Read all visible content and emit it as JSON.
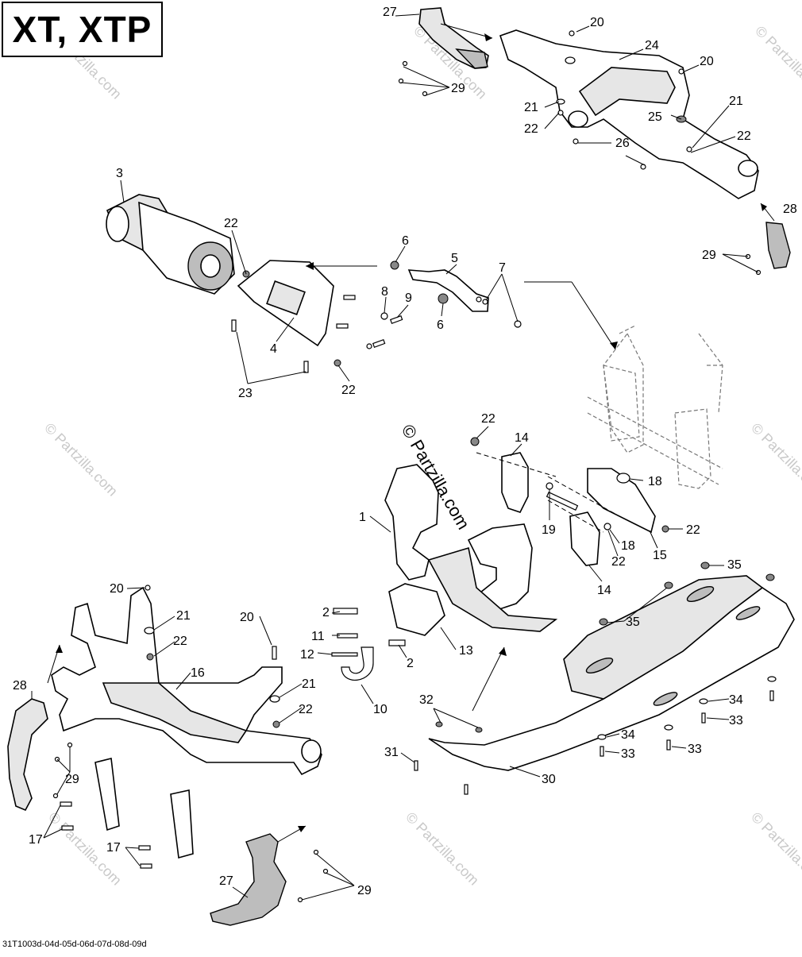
{
  "title": "XT, XTP",
  "footer_code": "31T1003d-04d-05d-06d-07d-08d-09d",
  "watermark": "© Partzilla.com",
  "callouts": [
    {
      "id": "c27a",
      "label": "27"
    },
    {
      "id": "c20a",
      "label": "20"
    },
    {
      "id": "c24",
      "label": "24"
    },
    {
      "id": "c20b",
      "label": "20"
    },
    {
      "id": "c29a",
      "label": "29"
    },
    {
      "id": "c21a",
      "label": "21"
    },
    {
      "id": "c22a",
      "label": "22"
    },
    {
      "id": "c25",
      "label": "25"
    },
    {
      "id": "c21b",
      "label": "21"
    },
    {
      "id": "c22b",
      "label": "22"
    },
    {
      "id": "c26",
      "label": "26"
    },
    {
      "id": "c3",
      "label": "3"
    },
    {
      "id": "c28a",
      "label": "28"
    },
    {
      "id": "c22c",
      "label": "22"
    },
    {
      "id": "c6a",
      "label": "6"
    },
    {
      "id": "c5",
      "label": "5"
    },
    {
      "id": "c29b",
      "label": "29"
    },
    {
      "id": "c7",
      "label": "7"
    },
    {
      "id": "c8",
      "label": "8"
    },
    {
      "id": "c9",
      "label": "9"
    },
    {
      "id": "c6b",
      "label": "6"
    },
    {
      "id": "c4",
      "label": "4"
    },
    {
      "id": "c23",
      "label": "23"
    },
    {
      "id": "c22d",
      "label": "22"
    },
    {
      "id": "c22e",
      "label": "22"
    },
    {
      "id": "c14a",
      "label": "14"
    },
    {
      "id": "c18a",
      "label": "18"
    },
    {
      "id": "c1",
      "label": "1"
    },
    {
      "id": "c19",
      "label": "19"
    },
    {
      "id": "c22f",
      "label": "22"
    },
    {
      "id": "c18b",
      "label": "18"
    },
    {
      "id": "c22g",
      "label": "22"
    },
    {
      "id": "c15",
      "label": "15"
    },
    {
      "id": "c14b",
      "label": "14"
    },
    {
      "id": "c35a",
      "label": "35"
    },
    {
      "id": "c20c",
      "label": "20"
    },
    {
      "id": "c21c",
      "label": "21"
    },
    {
      "id": "c22h",
      "label": "22"
    },
    {
      "id": "c20d",
      "label": "20"
    },
    {
      "id": "c2a",
      "label": "2"
    },
    {
      "id": "c35b",
      "label": "35"
    },
    {
      "id": "c11",
      "label": "11"
    },
    {
      "id": "c13",
      "label": "13"
    },
    {
      "id": "c12",
      "label": "12"
    },
    {
      "id": "c2b",
      "label": "2"
    },
    {
      "id": "c16",
      "label": "16"
    },
    {
      "id": "c21d",
      "label": "21"
    },
    {
      "id": "c22i",
      "label": "22"
    },
    {
      "id": "c28b",
      "label": "28"
    },
    {
      "id": "c10",
      "label": "10"
    },
    {
      "id": "c32",
      "label": "32"
    },
    {
      "id": "c34a",
      "label": "34"
    },
    {
      "id": "c33a",
      "label": "33"
    },
    {
      "id": "c34b",
      "label": "34"
    },
    {
      "id": "c33b",
      "label": "33"
    },
    {
      "id": "c33c",
      "label": "33"
    },
    {
      "id": "c31",
      "label": "31"
    },
    {
      "id": "c29c",
      "label": "29"
    },
    {
      "id": "c30",
      "label": "30"
    },
    {
      "id": "c17a",
      "label": "17"
    },
    {
      "id": "c17b",
      "label": "17"
    },
    {
      "id": "c27b",
      "label": "27"
    },
    {
      "id": "c29d",
      "label": "29"
    }
  ]
}
